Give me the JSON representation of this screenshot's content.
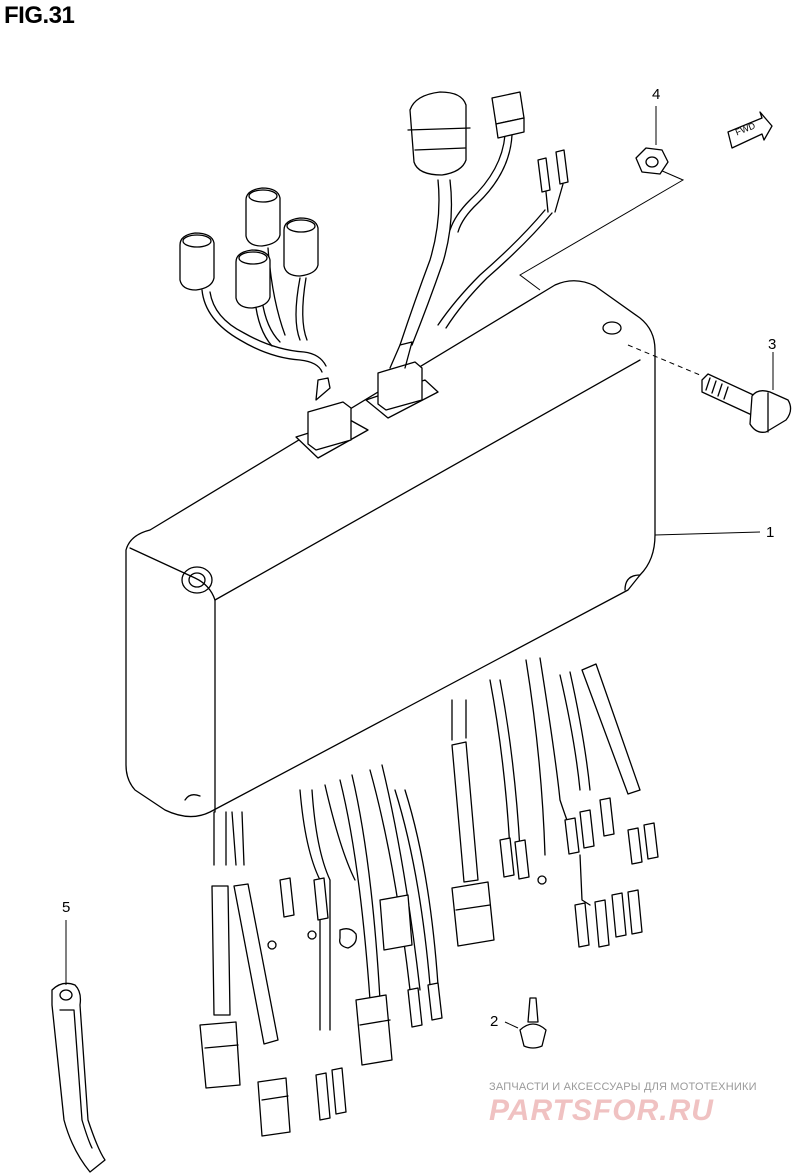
{
  "figure": {
    "title": "FIG.31"
  },
  "callouts": [
    "1",
    "2",
    "3",
    "4",
    "5"
  ],
  "direction_badge": {
    "label": "FWD"
  },
  "watermark": {
    "caption": "ЗАПЧАСТИ И АКСЕССУАРЫ ДЛЯ МОТОТЕХНИКИ",
    "logo": "PARTSFOR.RU",
    "logo_color": "#f0c2c2"
  }
}
